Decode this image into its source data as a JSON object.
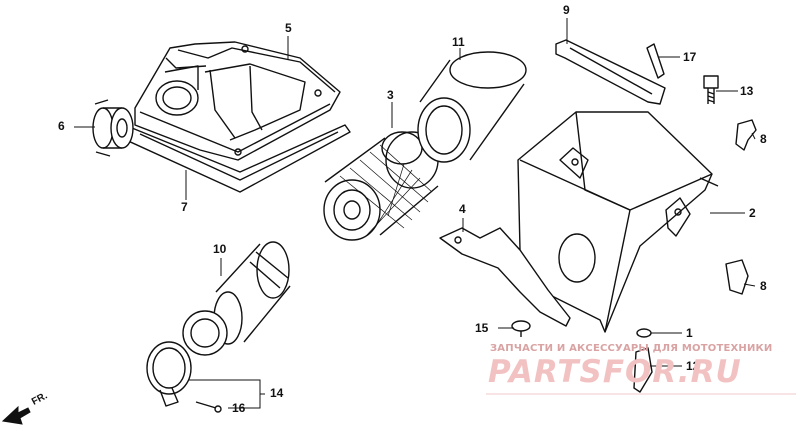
{
  "callouts": {
    "c1": "1",
    "c2": "2",
    "c3": "3",
    "c4": "4",
    "c5": "5",
    "c6": "6",
    "c7": "7",
    "c8a": "8",
    "c8b": "8",
    "c9": "9",
    "c10": "10",
    "c11": "11",
    "c12": "12",
    "c13": "13",
    "c14": "14",
    "c15": "15",
    "c16": "16",
    "c17": "17"
  },
  "front_label": "FR.",
  "watermark": {
    "line": "ЗАПЧАСТИ И АКСЕССУАРЫ ДЛЯ МОТОТЕХНИКИ",
    "logo": "PARTSFOR.RU"
  },
  "colors": {
    "ink": "#111111",
    "watermark": "#e88a8a",
    "fill": "#ffffff"
  }
}
